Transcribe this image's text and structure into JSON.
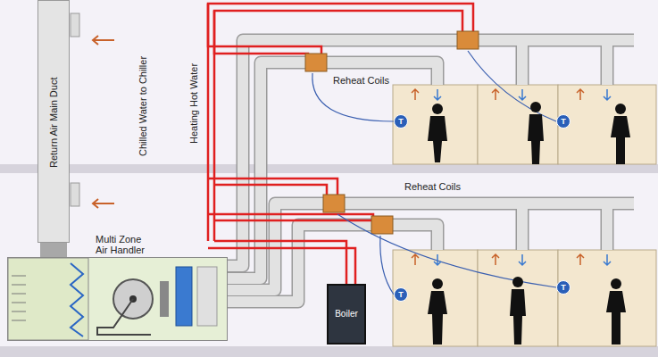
{
  "diagram": {
    "nodes": [
      {
        "text": [
          "Return Air Main Duct"
        ]
      },
      {
        "text": [
          "Multi Zone Air Handler"
        ]
      },
      {
        "text": [
          "Boiler"
        ]
      },
      {
        "text": [
          "T"
        ]
      },
      {
        "text": [
          "T"
        ]
      },
      {
        "text": [
          "T"
        ]
      },
      {
        "text": [
          "T"
        ]
      }
    ],
    "edges": [
      {
        "from": 0,
        "to": 1,
        "arrow": "none"
      }
    ],
    "labels": [
      "Chilled Water to Chiller",
      "Heating Hot Water",
      "Reheat Coils",
      "Reheat Coils"
    ]
  }
}
